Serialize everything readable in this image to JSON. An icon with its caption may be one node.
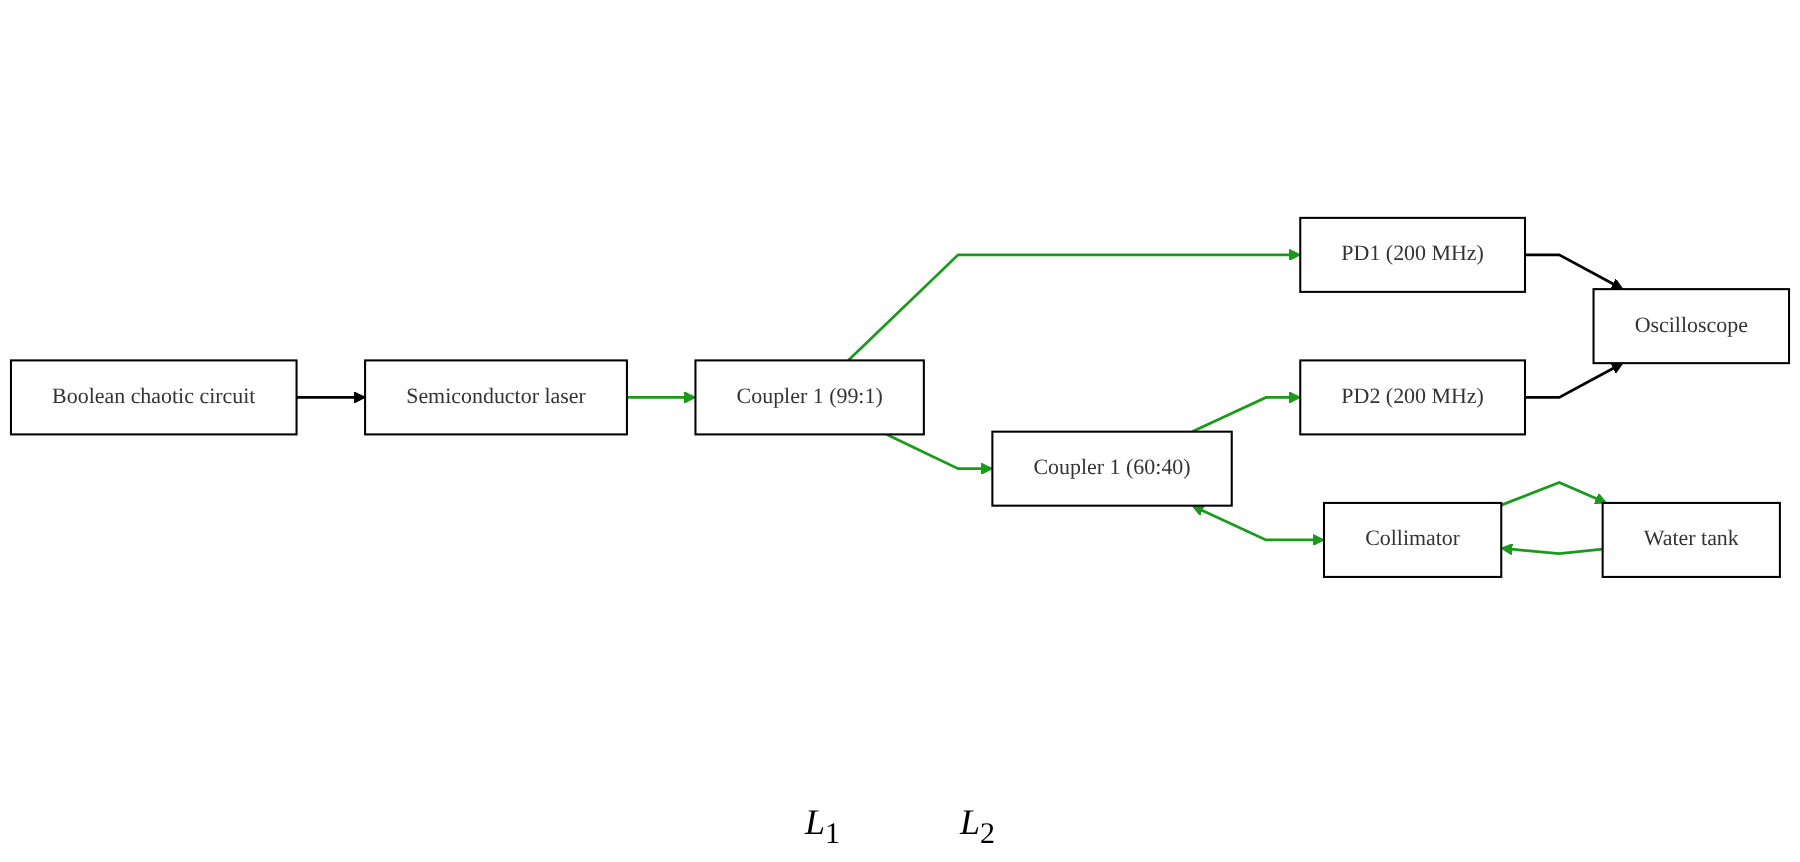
{
  "diagram": {
    "nodes": [
      {
        "text": [
          "Boolean chaotic circuit"
        ]
      },
      {
        "text": [
          "Semiconductor laser"
        ]
      },
      {
        "text": [
          "PD1 (200 MHz)"
        ]
      },
      {
        "text": [
          "Coupler 1 (99:1)"
        ]
      },
      {
        "text": [
          "PD2 (200 MHz)"
        ]
      },
      {
        "text": [
          "Coupler 1 (60:40)"
        ]
      },
      {
        "text": [
          "Collimator"
        ]
      },
      {
        "text": [
          "Water tank"
        ]
      },
      {
        "text": [
          "Oscilloscope"
        ]
      }
    ],
    "edges": [
      {
        "from": 0,
        "to": 1,
        "arrow": "to",
        "color": "#000000"
      },
      {
        "from": 1,
        "to": 3,
        "arrow": "to"
      },
      {
        "from": 3,
        "to": 2,
        "arrow": "to"
      },
      {
        "from": 3,
        "to": 5,
        "arrow": "to"
      },
      {
        "from": 5,
        "to": 4,
        "arrow": "to"
      },
      {
        "from": 5,
        "to": 6,
        "arrow": "both"
      },
      {
        "from": 6,
        "to": 7,
        "arrow": "to"
      },
      {
        "from": 7,
        "to": 6,
        "arrow": "to"
      },
      {
        "from": 2,
        "to": 8,
        "arrow": "to",
        "color": "#000000"
      },
      {
        "from": 4,
        "to": 8,
        "arrow": "to",
        "color": "#000000"
      }
    ],
    "labels": [
      "L$_{1}$",
      "L$_{2}$"
    ]
  }
}
